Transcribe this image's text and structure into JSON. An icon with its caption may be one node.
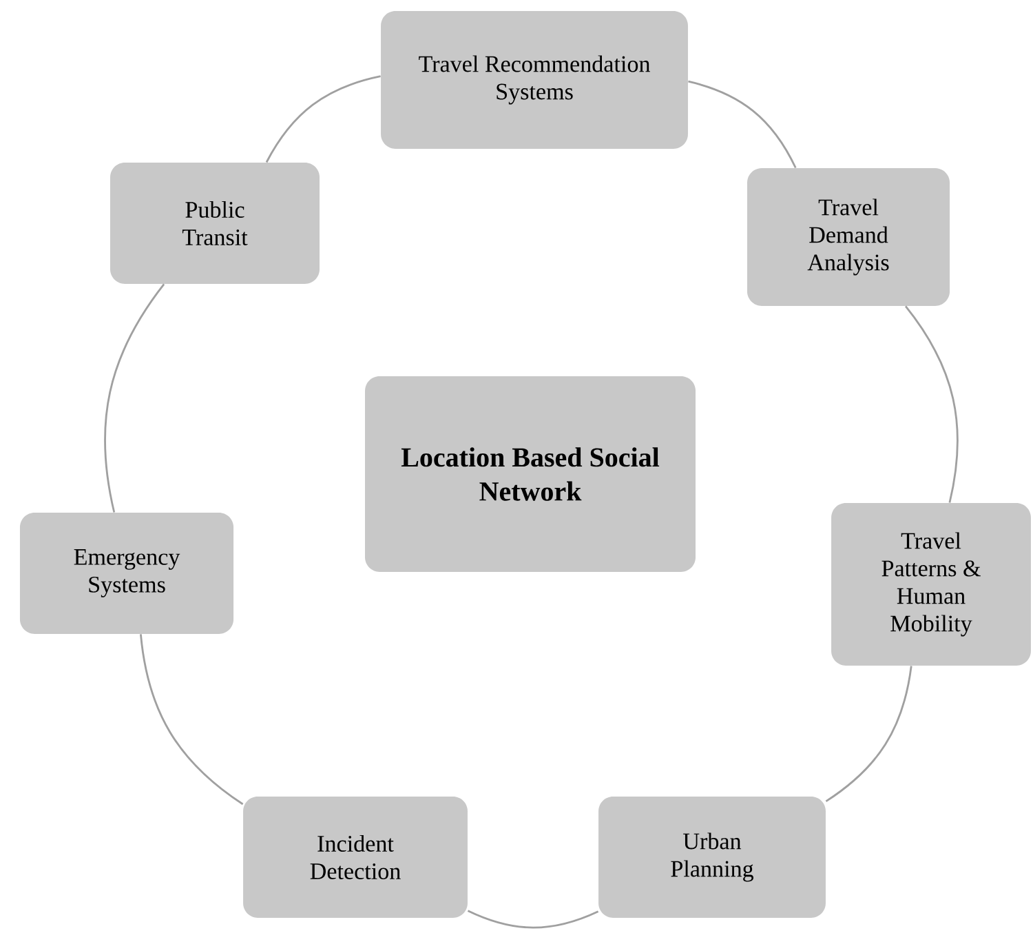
{
  "diagram": {
    "nodes": [
      {
        "text": [
          "Location Based Social Network"
        ]
      },
      {
        "text": [
          "Travel Recommendation Systems"
        ]
      },
      {
        "text": [
          "Travel Demand Analysis"
        ]
      },
      {
        "text": [
          "Travel Patterns & Human Mobility"
        ]
      },
      {
        "text": [
          "Urban Planning"
        ]
      },
      {
        "text": [
          "Incident Detection"
        ]
      },
      {
        "text": [
          "Emergency Systems"
        ]
      },
      {
        "text": [
          "Public Transit"
        ]
      }
    ],
    "edges": [
      {
        "from": 1,
        "to": 2,
        "arrow": "none"
      },
      {
        "from": 2,
        "to": 3,
        "arrow": "none"
      },
      {
        "from": 3,
        "to": 4,
        "arrow": "none"
      },
      {
        "from": 4,
        "to": 5,
        "arrow": "none"
      },
      {
        "from": 5,
        "to": 6,
        "arrow": "none"
      },
      {
        "from": 6,
        "to": 7,
        "arrow": "none"
      },
      {
        "from": 7,
        "to": 1,
        "arrow": "none"
      }
    ]
  }
}
